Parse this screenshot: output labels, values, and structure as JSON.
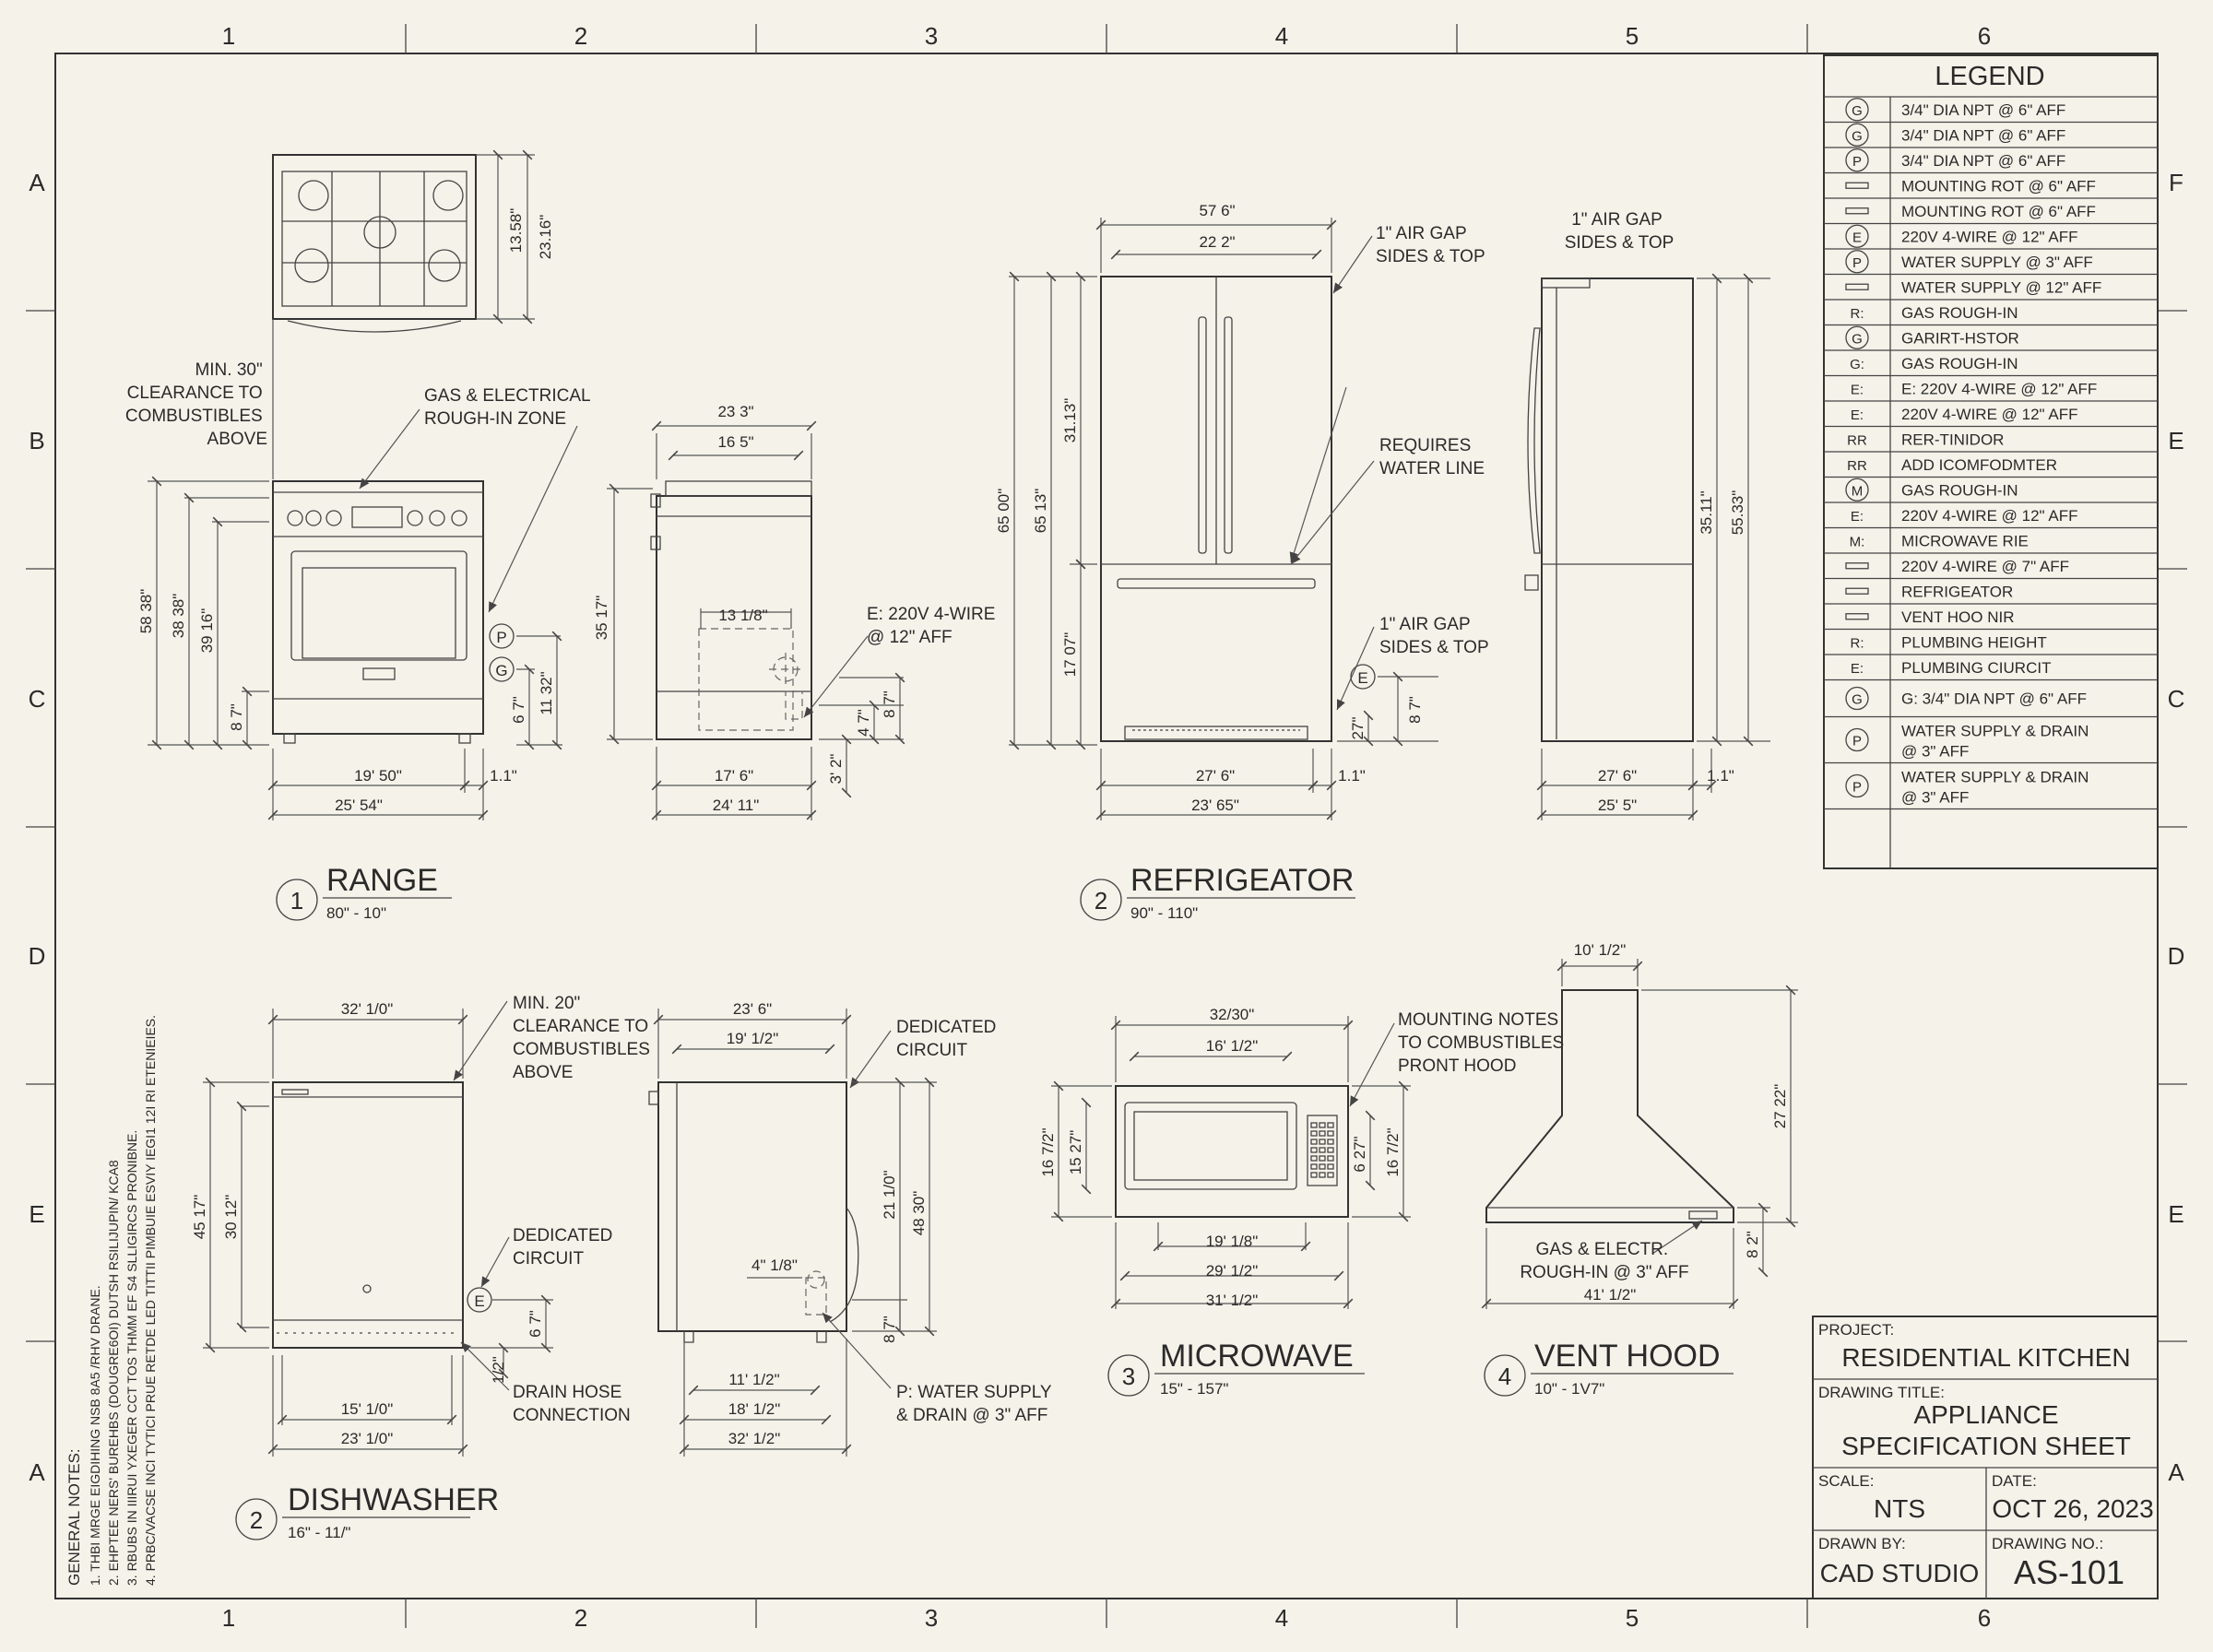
{
  "grid": {
    "columns": [
      "1",
      "2",
      "3",
      "4",
      "5",
      "6"
    ],
    "rows_left": [
      "A",
      "B",
      "C",
      "D",
      "E",
      "A"
    ],
    "rows_right": [
      "F",
      "E",
      "C",
      "D",
      "E",
      "A"
    ]
  },
  "legend": {
    "title": "LEGEND",
    "items": [
      {
        "symbol": "G",
        "label": "3/4\" DIA NPT @ 6\" AFF"
      },
      {
        "symbol": "G",
        "label": "3/4\" DIA NPT @ 6\" AFF"
      },
      {
        "symbol": "P",
        "label": "3/4\" DIA NPT @ 6\" AFF"
      },
      {
        "symbol": "",
        "label": "MOUNTING ROT @ 6\" AFF"
      },
      {
        "symbol": "",
        "label": "MOUNTING ROT @ 6\" AFF"
      },
      {
        "symbol": "E",
        "label": "220V 4-WIRE @ 12\" AFF"
      },
      {
        "symbol": "P",
        "label": "WATER SUPPLY @ 3\" AFF"
      },
      {
        "symbol": "",
        "label": "WATER SUPPLY @ 12\" AFF"
      },
      {
        "symbol": "R:",
        "label": "GAS ROUGH-IN"
      },
      {
        "symbol": "G",
        "label": "GARIRT-HSTOR"
      },
      {
        "symbol": "G:",
        "label": "GAS ROUGH-IN"
      },
      {
        "symbol": "E:",
        "label": "E: 220V 4-WIRE @ 12\" AFF"
      },
      {
        "symbol": "E:",
        "label": "220V 4-WIRE @ 12\" AFF"
      },
      {
        "symbol": "RR",
        "label": "RER-TINIDOR"
      },
      {
        "symbol": "RR",
        "label": "ADD ICOMFODMTER"
      },
      {
        "symbol": "M",
        "label": "GAS ROUGH-IN"
      },
      {
        "symbol": "E:",
        "label": "220V 4-WIRE @ 12\" AFF"
      },
      {
        "symbol": "M:",
        "label": "MICROWAVE RIE"
      },
      {
        "symbol": "",
        "label": "220V 4-WIRE @ 7\" AFF"
      },
      {
        "symbol": "",
        "label": "REFRIGEATOR"
      },
      {
        "symbol": "",
        "label": "VENT HOO NIR"
      },
      {
        "symbol": "R:",
        "label": "PLUMBING HEIGHT"
      },
      {
        "symbol": "E:",
        "label": "PLUMBING CIURCIT"
      },
      {
        "symbol": "G",
        "label": "G: 3/4\" DIA NPT @ 6\" AFF"
      },
      {
        "symbol": "P",
        "label": "WATER SUPPLY & DRAIN",
        "label2": "@ 3\" AFF"
      },
      {
        "symbol": "P",
        "label": "WATER SUPPLY & DRAIN",
        "label2": "@ 3\" AFF"
      }
    ]
  },
  "title_block": {
    "project_label": "PROJECT:",
    "project": "RESIDENTIAL KITCHEN",
    "drawing_title_label": "DRAWING TITLE:",
    "drawing_title_1": "APPLIANCE",
    "drawing_title_2": "SPECIFICATION SHEET",
    "scale_label": "SCALE:",
    "scale": "NTS",
    "date_label": "DATE:",
    "date": "OCT 26, 2023",
    "drawn_by_label": "DRAWN BY:",
    "drawn_by": "CAD STUDIO",
    "drawing_no_label": "DRAWING NO.:",
    "drawing_no": "AS-101"
  },
  "range": {
    "num": "1",
    "title": "RANGE",
    "sub": "80\" - 10\"",
    "d_top_depth": "13.58\"",
    "d_top_depth2": "23.16\"",
    "note_clear_1": "MIN. 30\"",
    "note_clear_2": "CLEARANCE TO",
    "note_clear_3": "COMBUSTIBLES",
    "note_clear_4": "ABOVE",
    "note_rough_1": "GAS & ELECTRICAL",
    "note_rough_2": "ROUGH-IN ZONE",
    "d_h1": "58 38\"",
    "d_h2": "38 38\"",
    "d_h3": "39 16\"",
    "d_h4": "8 7\"",
    "d_w1": "19' 50\"",
    "d_w2": "25' 54\"",
    "d_gap": "1.1\"",
    "d_p1": "6 7\"",
    "d_p2": "11 32\"",
    "sym_p": "P",
    "sym_g": "G",
    "side_w1": "23 3\"",
    "side_w2": "16 5\"",
    "side_h": "35 17\"",
    "side_box": "13 1/8\"",
    "note_e_1": "E: 220V 4-WIRE",
    "note_e_2": "@ 12\" AFF",
    "side_d1": "4 7\"",
    "side_d2": "8 7\"",
    "side_d3": "3' 2\"",
    "side_b1": "17' 6\"",
    "side_b2": "24' 11\""
  },
  "refrigerator": {
    "num": "2",
    "title": "REFRIGEATOR",
    "sub": "90\" - 110\"",
    "d_w_top1": "57 6\"",
    "d_w_top2": "22 2\"",
    "note_air_1": "1\" AIR GAP",
    "note_air_2": "SIDES & TOP",
    "note_water_1": "REQUIRES",
    "note_water_2": "WATER LINE",
    "d_h1": "65 00\"",
    "d_h2": "65 13\"",
    "d_h3": "31.13\"",
    "d_h4": "17 07\"",
    "d_w1": "27' 6\"",
    "d_w2": "23' 65\"",
    "d_gap": "1.1\"",
    "d_e1": "27\"",
    "d_e2": "8 7\"",
    "sym_e": "E",
    "side_air_1": "1\" AIR GAP",
    "side_air_2": "SIDES & TOP",
    "side_h1": "35.11\"",
    "side_h2": "55.33\"",
    "side_w1": "27' 6\"",
    "side_w2": "25' 5\"",
    "side_gap": "1.1\""
  },
  "dishwasher": {
    "num": "2",
    "title": "DISHWASHER",
    "sub": "16\" - 11/\"",
    "d_w_top": "32' 1/0\"",
    "note_clear_1": "MIN. 20\"",
    "note_clear_2": "CLEARANCE TO",
    "note_clear_3": "COMBUSTIBLES",
    "note_clear_4": "ABOVE",
    "note_circ_1": "DEDICATED",
    "note_circ_2": "CIRCUIT",
    "note_drain_1": "DRAIN HOSE",
    "note_drain_2": "CONNECTION",
    "d_h1": "45 17\"",
    "d_h2": "30 12\"",
    "d_e1": "6 7\"",
    "d_e2": "1/2\"",
    "d_w1": "15' 1/0\"",
    "d_w2": "23' 1/0\"",
    "sym_e": "E",
    "side_w1": "23' 6\"",
    "side_w2": "19' 1/2\"",
    "side_note_1": "DEDICATED",
    "side_note_2": "CIRCUIT",
    "side_h1": "21 1/0\"",
    "side_h2": "48 30\"",
    "side_box": "4\" 1/8\"",
    "side_d": "8 7\"",
    "side_b1": "11' 1/2\"",
    "side_b2": "18' 1/2\"",
    "side_b3": "32' 1/2\"",
    "note_p_1": "P: WATER SUPPLY",
    "note_p_2": "& DRAIN @ 3\" AFF"
  },
  "microwave": {
    "num": "3",
    "title": "MICROWAVE",
    "sub": "15\" - 157\"",
    "d_w_top1": "32/30\"",
    "d_w_top2": "16' 1/2\"",
    "note_1": "MOUNTING NOTES",
    "note_2": "TO COMBUSTIBLES",
    "note_3": "PRONT HOOD",
    "d_h1": "16 7/2\"",
    "d_h2": "15 27\"",
    "d_h3": "6 27\"",
    "d_h4": "16 7/2\"",
    "d_w1": "19' 1/8\"",
    "d_w2": "29' 1/2\"",
    "d_w3": "31' 1/2\""
  },
  "vent_hood": {
    "num": "4",
    "title": "VENT HOOD",
    "sub": "10\" - 1V7\"",
    "d_top": "10' 1/2\"",
    "d_h": "27 22\"",
    "d_e": "8 2\"",
    "note_1": "GAS & ELECTR.",
    "note_2": "ROUGH-IN @ 3\" AFF",
    "d_w": "41' 1/2\""
  },
  "general_notes": {
    "title": "GENERAL NOTES:",
    "lines": [
      "1.  THBI MRGE EIGDIHING NSB 8A5 /RHV DRANE.",
      "2.  EHPTEE NERS' BUREHBS (DOUGRE6OI) DUTSH RSILIJUPIN/ KCA8",
      "3.  RBUBS IN IIIRUI YXEGER CCT TOS THMM EF S4 SLLIGIRCS PRONIBNE.",
      "4.  PRBC/VACSE INCI TYTICI PRUE RETDE LED TITTII PIMBUIE ESVIY IEGI1 12I RI ETENIEIES."
    ]
  }
}
